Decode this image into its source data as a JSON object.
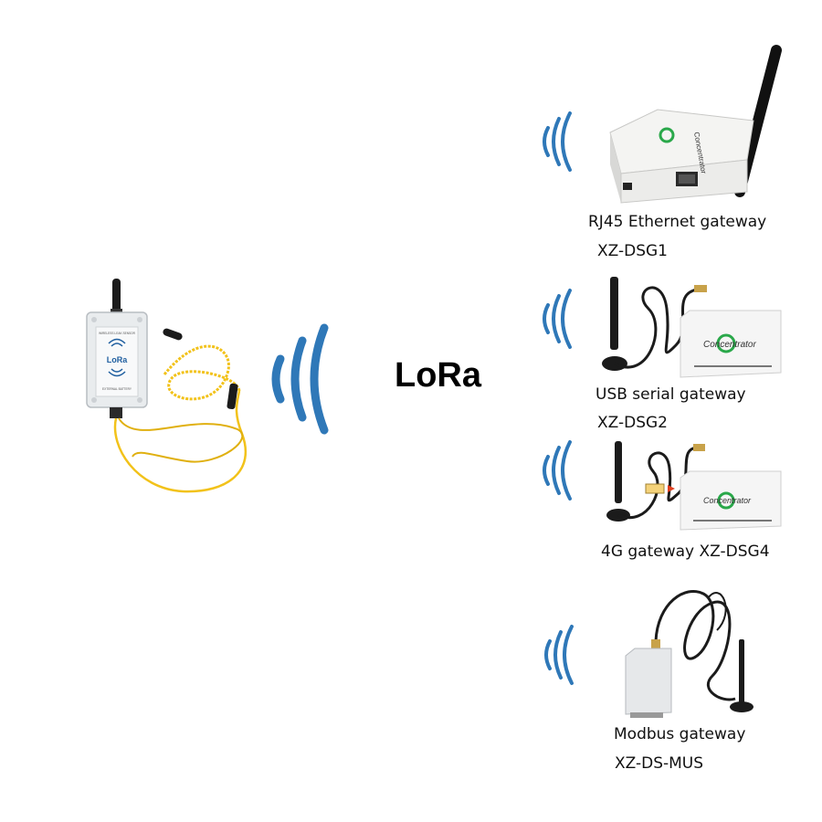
{
  "protocol_label": "LoRa",
  "colors": {
    "wave": "#2f78b8",
    "cable_yellow": "#f2c21a",
    "device_body": "#e9ecee",
    "lora_logo": "#1f5fa0"
  },
  "sensor": {
    "top_label": "WIRELESS LEAK SENSOR",
    "logo_text": "LoRa",
    "bottom_label": "EXTERNAL BATTERY"
  },
  "gateways": [
    {
      "name": "RJ45 Ethernet gateway",
      "model": "XZ-DSG1",
      "device_text": "Concentrator",
      "icon": "ethernet-gateway-icon"
    },
    {
      "name": "USB serial gateway",
      "model": "XZ-DSG2",
      "device_text": "Concentrator",
      "icon": "usb-gateway-icon"
    },
    {
      "name": "4G gateway XZ-DSG4",
      "device_text": "Concentrator",
      "icon": "4g-gateway-icon"
    },
    {
      "name": "Modbus gateway",
      "model": "XZ-DS-MUS",
      "icon": "modbus-gateway-icon"
    }
  ]
}
